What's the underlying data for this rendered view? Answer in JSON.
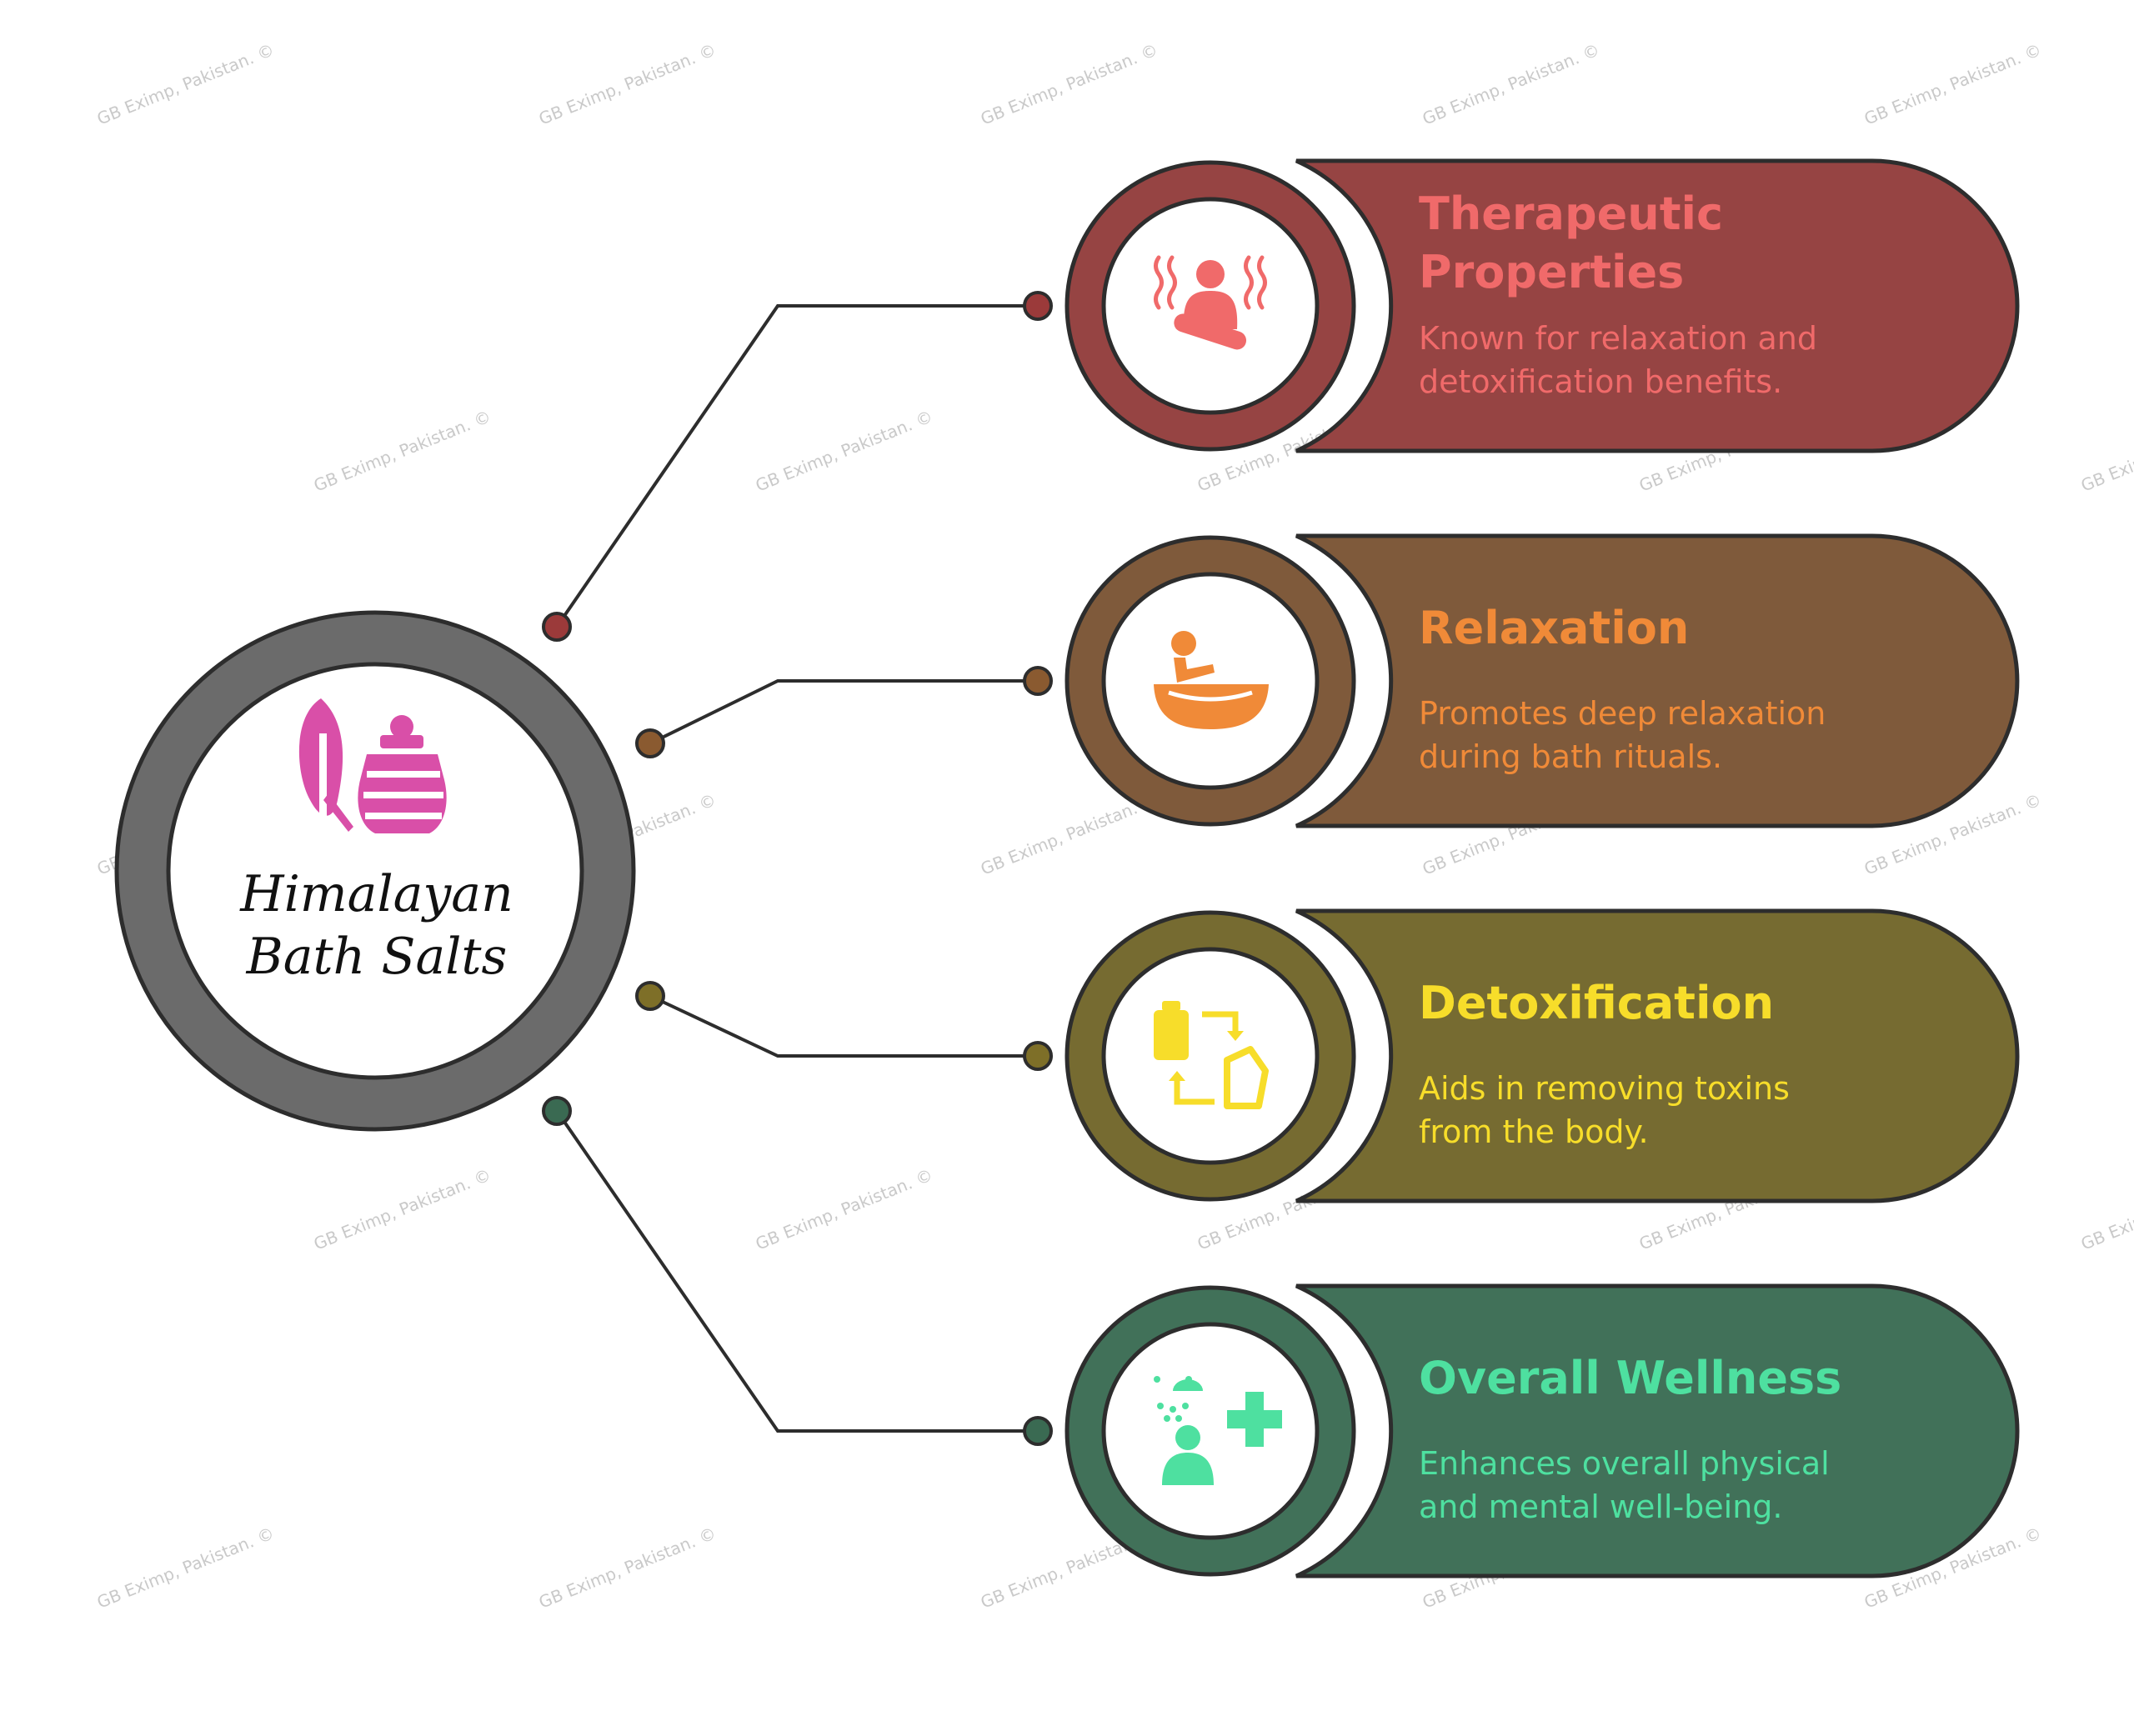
{
  "watermark": "GB Eximp, Pakistan. ©",
  "center": {
    "line1": "Himalayan",
    "line2": "Bath Salts",
    "icon": "salt-shaker-leaf-icon"
  },
  "colors": {
    "outline": "#2d2d2d",
    "center_ring": "#6b6b6b",
    "center_icon": "#d94fa8"
  },
  "branches": [
    {
      "title_lines": [
        "Therapeutic",
        "Properties"
      ],
      "desc_lines": [
        "Known for relaxation and",
        "detoxification benefits."
      ],
      "icon": "meditation-heat-icon",
      "card": "#964443",
      "text": "#f06a6a",
      "dot": "#9b3a3a"
    },
    {
      "title_lines": [
        "Relaxation"
      ],
      "desc_lines": [
        "Promotes deep relaxation",
        "during bath rituals."
      ],
      "icon": "bathtub-person-icon",
      "card": "#7f5a3b",
      "text": "#f08a38",
      "dot": "#8a5a30"
    },
    {
      "title_lines": [
        "Detoxification"
      ],
      "desc_lines": [
        "Aids in removing toxins",
        "from the body."
      ],
      "icon": "detox-cycle-icon",
      "card": "#766b31",
      "text": "#f7dd2a",
      "dot": "#7e6f28"
    },
    {
      "title_lines": [
        "Overall Wellness"
      ],
      "desc_lines": [
        "Enhances overall physical",
        "and mental well-being."
      ],
      "icon": "wellness-shower-cross-icon",
      "card": "#417159",
      "text": "#4ee0a0",
      "dot": "#3a6a52"
    }
  ]
}
